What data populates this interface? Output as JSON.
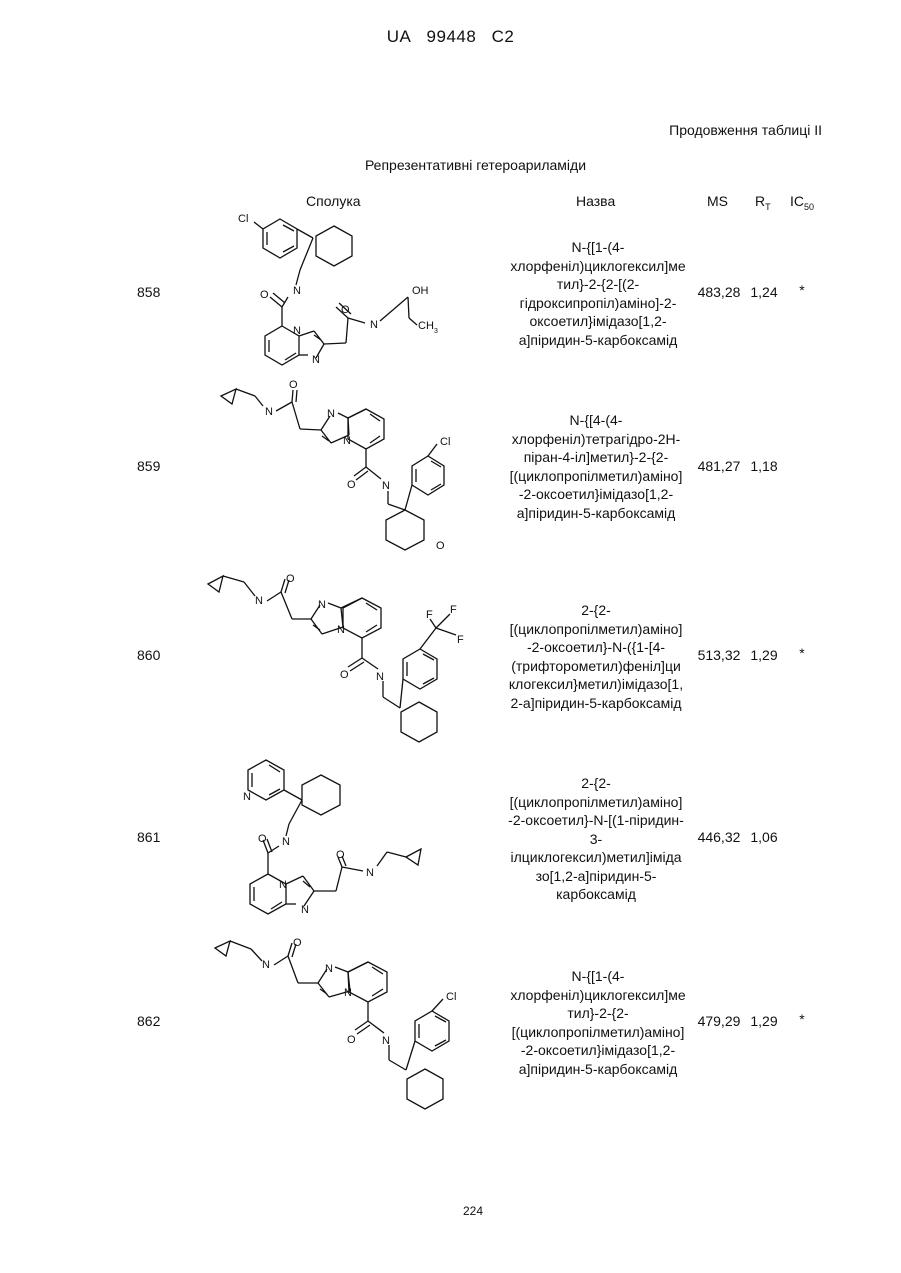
{
  "header": {
    "country": "UA",
    "number": "99448",
    "kind": "C2"
  },
  "continuation": "Продовження таблиці II",
  "table_title": "Репрезентативні гетероариламіди",
  "columns": {
    "compound": "Сполука",
    "name": "Назва",
    "ms": "MS",
    "rt_main": "R",
    "rt_sub": "T",
    "ic_main": "IC",
    "ic_sub": "50"
  },
  "rows": [
    {
      "number": "858",
      "name": "N-{[1-(4-хлорфеніл)циклогексил]метил}-2-{2-[(2-гідроксипропіл)аміно]-2-оксоетил}імідазо[1,2-а]піридин-5-карбоксамід",
      "name_lines": [
        "N-{[1-(4-",
        "хлорфеніл)циклогексил]ме",
        "тил}-2-{2-[(2-",
        "гідроксипропіл)аміно]-2-",
        "оксоетил}імідазо[1,2-",
        "а]піридин-5-карбоксамід"
      ],
      "ms": "483,28",
      "rt": "1,24",
      "ic50": "*"
    },
    {
      "number": "859",
      "name": "N-{[4-(4-хлорфеніл)тетрагідро-2H-піран-4-іл]метил}-2-{2-[(циклопропілметил)аміно]-2-оксоетил}імідазо[1,2-а]піридин-5-карбоксамід",
      "name_lines": [
        "N-{[4-(4-",
        "хлорфеніл)тетрагідро-2Н-",
        "піран-4-іл]метил}-2-{2-",
        "[(циклопропілметил)аміно]",
        "-2-оксоетил}імідазо[1,2-",
        "а]піридин-5-карбоксамід"
      ],
      "ms": "481,27",
      "rt": "1,18",
      "ic50": ""
    },
    {
      "number": "860",
      "name": "2-{2-[(циклопропілметил)аміно]-2-оксоетил}-N-({1-[4-(трифторометил)феніл]циклогексил}метил)імідазо[1,2-а]піридин-5-карбоксамід",
      "name_lines": [
        "2-{2-",
        "[(циклопропілметил)аміно]",
        "-2-оксоетил}-N-({1-[4-",
        "(трифторометил)феніл]ци",
        "клогексил}метил)імідазо[1,",
        "2-а]піридин-5-карбоксамід"
      ],
      "ms": "513,32",
      "rt": "1,29",
      "ic50": "*"
    },
    {
      "number": "861",
      "name": "2-{2-[(циклопропілметил)аміно]-2-оксоетил}-N-[(1-піридин-3-ілциклогексил)метил]імідазо[1,2-а]піридин-5-карбоксамід",
      "name_lines": [
        "2-{2-",
        "[(циклопропілметил)аміно]",
        "-2-оксоетил}-N-[(1-піридин-",
        "3-",
        "ілциклогексил)метил]іміда",
        "зо[1,2-а]піридин-5-",
        "карбоксамід"
      ],
      "ms": "446,32",
      "rt": "1,06",
      "ic50": ""
    },
    {
      "number": "862",
      "name": "N-{[1-(4-хлорфеніл)циклогексил]метил}-2-{2-[(циклопропілметил)аміно]-2-оксоетил}імідазо[1,2-а]піридин-5-карбоксамід",
      "name_lines": [
        "N-{[1-(4-",
        "хлорфеніл)циклогексил]ме",
        "тил}-2-{2-",
        "[(циклопропілметил)аміно]",
        "-2-оксоетил}імідазо[1,2-",
        "а]піридин-5-карбоксамід"
      ],
      "ms": "479,29",
      "rt": "1,29",
      "ic50": "*"
    }
  ],
  "atom_labels": {
    "cl": "Cl",
    "n": "N",
    "o": "O",
    "oh": "OH",
    "ch": "CH",
    "sub3": "3",
    "f": "F"
  },
  "page_number": "224"
}
